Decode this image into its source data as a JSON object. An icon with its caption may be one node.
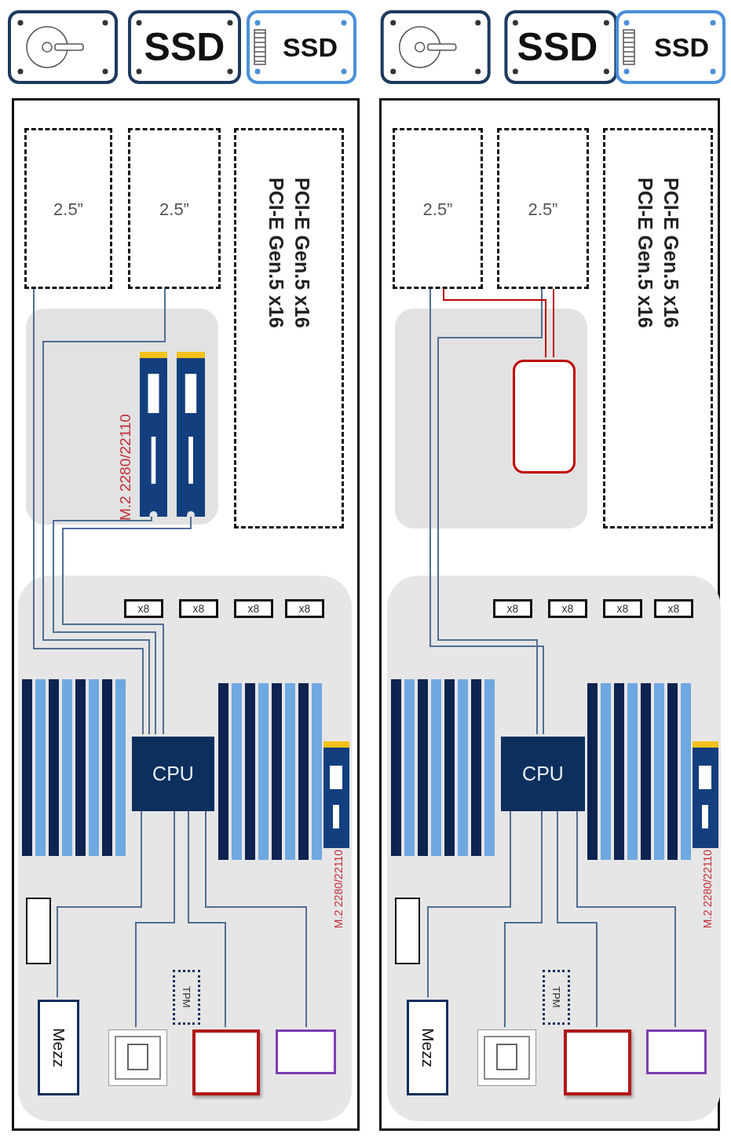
{
  "diagram": {
    "nodes": [
      {
        "text": [],
        "shape": "box"
      },
      {
        "text": [
          "2.5”"
        ],
        "in": 0
      },
      {
        "text": [
          "2.5”"
        ],
        "in": 0
      },
      {
        "text": [
          "PCI-E Gen.5 x16",
          "PCI-E Gen.5 x16"
        ],
        "in": 0
      },
      {
        "text": [
          "M.2 2280/22110"
        ],
        "in": 0
      },
      {
        "text": [],
        "shape": "box",
        "in": 4
      },
      {
        "text": [],
        "shape": "box",
        "in": 4
      },
      {
        "text": [],
        "shape": "box",
        "in": 0
      },
      {
        "text": [
          "x8"
        ],
        "in": 7
      },
      {
        "text": [
          "x8"
        ],
        "in": 7
      },
      {
        "text": [
          "x8"
        ],
        "in": 7
      },
      {
        "text": [
          "x8"
        ],
        "in": 7
      },
      {
        "text": [
          "CPU"
        ],
        "in": 7
      },
      {
        "text": [],
        "shape": "box",
        "in": 7
      },
      {
        "text": [
          "Mezz"
        ],
        "in": 7
      },
      {
        "text": [],
        "shape": "box",
        "in": 7
      },
      {
        "text": [
          "TPM"
        ],
        "in": 7
      },
      {
        "text": [],
        "shape": "box",
        "in": 7
      },
      {
        "text": [],
        "shape": "box",
        "in": 7
      },
      {
        "text": [],
        "shape": "box"
      },
      {
        "text": [
          "2.5”"
        ],
        "in": 19
      },
      {
        "text": [
          "2.5”"
        ],
        "in": 19
      },
      {
        "text": [
          "PCI-E Gen.5 x16",
          "PCI-E Gen.5 x16"
        ],
        "in": 19
      },
      {
        "text": [],
        "shape": "box",
        "in": 19
      },
      {
        "text": [],
        "shape": "box",
        "in": 23
      },
      {
        "text": [],
        "shape": "box",
        "in": 19
      },
      {
        "text": [
          "x8"
        ],
        "in": 25
      },
      {
        "text": [
          "x8"
        ],
        "in": 25
      },
      {
        "text": [
          "x8"
        ],
        "in": 25
      },
      {
        "text": [
          "x8"
        ],
        "in": 25
      },
      {
        "text": [
          "CPU"
        ],
        "in": 25
      },
      {
        "text": [],
        "shape": "box",
        "in": 25
      },
      {
        "text": [
          "Mezz"
        ],
        "in": 25
      },
      {
        "text": [],
        "shape": "box",
        "in": 25
      },
      {
        "text": [
          "TPM"
        ],
        "in": 25
      },
      {
        "text": [],
        "shape": "box",
        "in": 25
      },
      {
        "text": [],
        "shape": "box",
        "in": 25
      }
    ],
    "edges": [
      {
        "from": 1,
        "to": 12,
        "arrow": "none"
      },
      {
        "from": 2,
        "to": 12,
        "arrow": "none"
      },
      {
        "from": 5,
        "to": 12,
        "arrow": "none"
      },
      {
        "from": 6,
        "to": 12,
        "arrow": "none"
      },
      {
        "from": 12,
        "to": 14,
        "arrow": "none"
      },
      {
        "from": 12,
        "to": 15,
        "arrow": "none"
      },
      {
        "from": 12,
        "to": 17,
        "arrow": "none"
      },
      {
        "from": 12,
        "to": 18,
        "arrow": "none"
      },
      {
        "from": 20,
        "to": 30,
        "arrow": "none"
      },
      {
        "from": 21,
        "to": 30,
        "arrow": "none"
      },
      {
        "from": 20,
        "to": 24,
        "arrow": "none",
        "color": "#c00000"
      },
      {
        "from": 21,
        "to": 24,
        "arrow": "none",
        "color": "#c00000"
      },
      {
        "from": 30,
        "to": 32,
        "arrow": "none"
      },
      {
        "from": 30,
        "to": 33,
        "arrow": "none"
      },
      {
        "from": 30,
        "to": 35,
        "arrow": "none"
      },
      {
        "from": 30,
        "to": 36,
        "arrow": "none"
      }
    ],
    "labels": [
      "SSD",
      "SSD",
      "SSD",
      "SSD",
      "M.2 2280/22110",
      "M.2 2280/22110"
    ]
  }
}
